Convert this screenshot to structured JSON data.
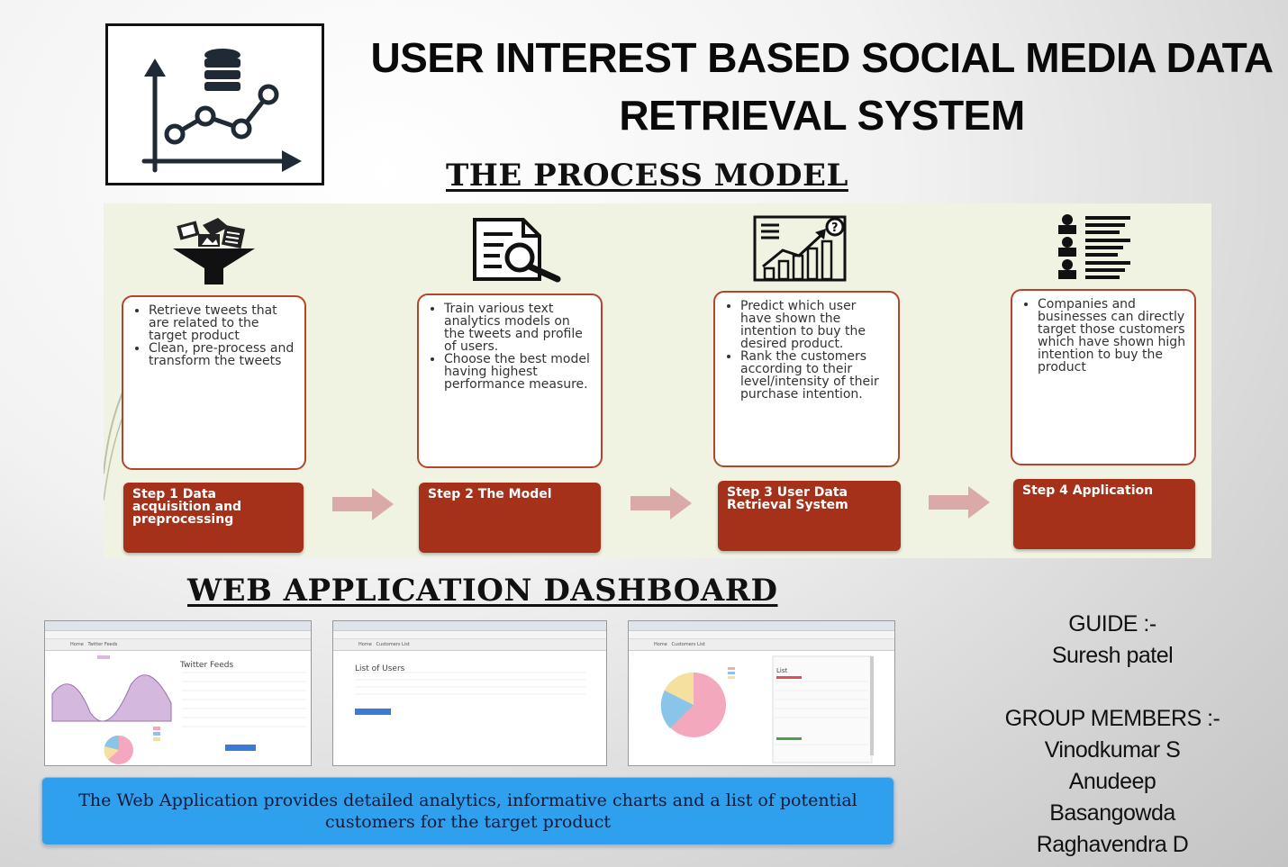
{
  "title": {
    "line1": "USER INTEREST BASED SOCIAL MEDIA DATA",
    "line2": "RETRIEVAL SYSTEM"
  },
  "logo": {
    "icon": "database-line-chart-icon"
  },
  "process": {
    "heading": "THE PROCESS MODEL",
    "steps": [
      {
        "icon": "funnel-media-icon",
        "bullets": [
          "Retrieve tweets that are related to the target product",
          "Clean, pre-process and transform the tweets"
        ],
        "label": "Step 1 Data acquisition and preprocessing"
      },
      {
        "icon": "document-search-icon",
        "bullets": [
          "Train various text analytics models on the tweets and profile of users.",
          "Choose the best model having highest performance measure."
        ],
        "label": "Step 2 The Model"
      },
      {
        "icon": "growth-chart-question-icon",
        "bullets": [
          "Predict which user have shown the intention to buy the desired product.",
          "Rank the customers according to their level/intensity of their purchase intention."
        ],
        "label": "Step 3  User Data Retrieval System"
      },
      {
        "icon": "user-list-icon",
        "bullets": [
          "Companies and businesses can directly target those customers which have shown high intention to buy the product"
        ],
        "label": "Step 4 Application"
      }
    ],
    "arrow_color": "#d9aaa8",
    "label_color": "#a5311a"
  },
  "dashboard": {
    "heading": "WEB APPLICATION DASHBOARD",
    "screenshots": [
      {
        "name": "twitter-feeds-screenshot",
        "heading": "Twitter Feeds"
      },
      {
        "name": "list-of-users-screenshot",
        "heading": "List of Users"
      },
      {
        "name": "user-levels-screenshot",
        "heading": "List"
      }
    ],
    "caption": "The Web Application provides detailed analytics, informative charts and a list of potential customers for the target product"
  },
  "credits": {
    "guide_label": "GUIDE :-",
    "guide": "Suresh patel",
    "members_label": "GROUP MEMBERS :-",
    "members": [
      "Vinodkumar S",
      "Anudeep",
      "Basangowda",
      "Raghavendra D"
    ]
  }
}
